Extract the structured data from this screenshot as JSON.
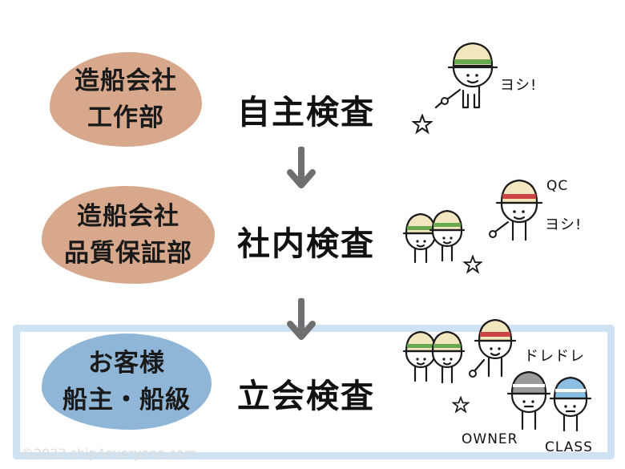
{
  "steps": [
    {
      "org_lines": [
        "造船会社",
        "工作部"
      ],
      "title": "自主検査",
      "speech": [
        "ヨシ!"
      ]
    },
    {
      "org_lines": [
        "造船会社",
        "品質保証部"
      ],
      "title": "社内検査",
      "speech": [
        "QC",
        "ヨシ!"
      ]
    },
    {
      "org_lines": [
        "お客様",
        "船主・船級"
      ],
      "title": "立会検査",
      "speech": [
        "ドレドレ"
      ],
      "labels": [
        "OWNER",
        "CLASS"
      ],
      "highlighted": true
    }
  ],
  "copyright": "©2023 ship4everyone.com",
  "colors": {
    "company_blob": "#d7a88c",
    "customer_blob": "#8fb6d6",
    "highlight_border": "#cfe2f3",
    "arrow": "#6f6f6f",
    "helmet_worker_band": "#6aa84f",
    "helmet_qc_band": "#cc4444",
    "helmet_owner": "#9b9b9b",
    "helmet_class": "#8cbde3"
  }
}
